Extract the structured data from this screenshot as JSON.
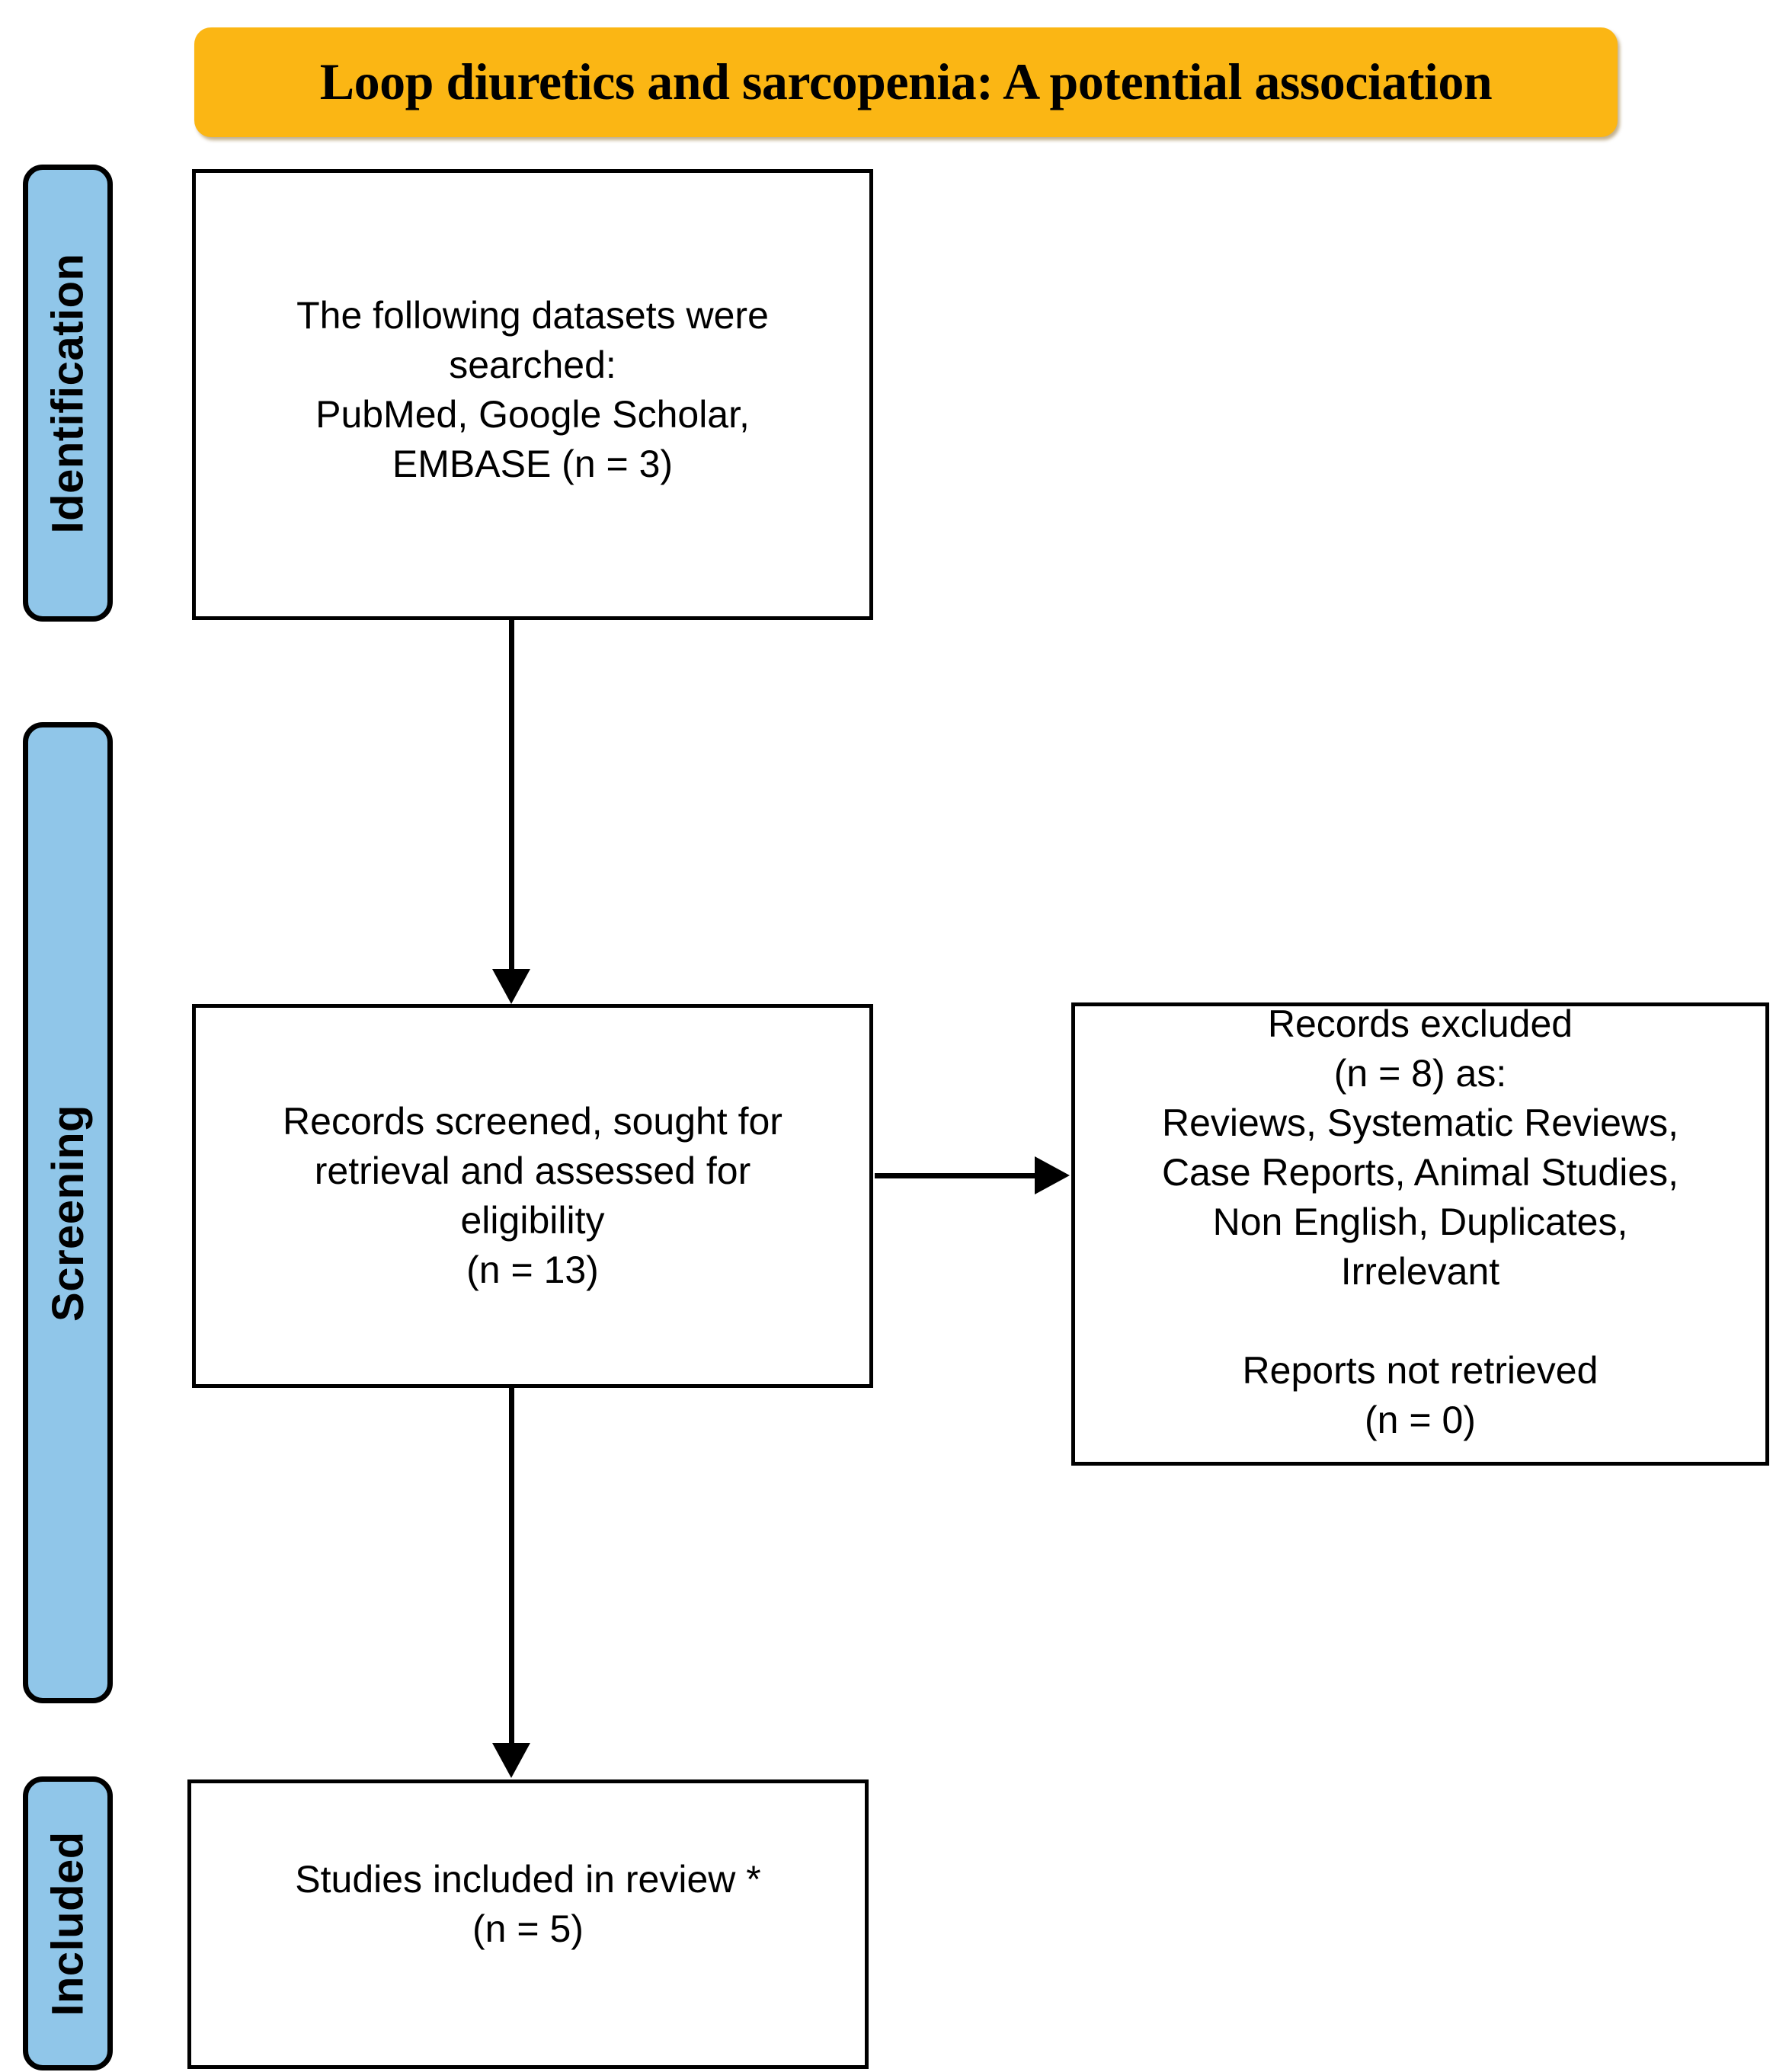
{
  "title": {
    "text": "Loop diuretics and sarcopenia: A potential association",
    "background_color": "#FBB614",
    "text_color": "#000000"
  },
  "colors": {
    "stage_label_fill": "#90C6E9",
    "stage_label_border": "#000000",
    "box_fill": "#FFFFFF",
    "box_border": "#000000",
    "arrow": "#000000",
    "page_background": "#FFFFFF"
  },
  "stages": [
    {
      "id": "identification",
      "label": "Identification"
    },
    {
      "id": "screening",
      "label": "Screening"
    },
    {
      "id": "included",
      "label": "Included"
    }
  ],
  "boxes": {
    "identification": {
      "text": "The following datasets were\nsearched:\nPubMed, Google Scholar,\nEMBASE (n = 3)",
      "n": 3
    },
    "screening": {
      "text": "Records screened, sought for\nretrieval and assessed for\neligibility\n(n = 13)",
      "n": 13
    },
    "excluded": {
      "text": "Records excluded\n(n = 8) as:\nReviews, Systematic Reviews,\nCase Reports, Animal Studies,\nNon English, Duplicates,\nIrrelevant\n\nReports not retrieved\n(n = 0)",
      "n_excluded": 8,
      "n_not_retrieved": 0
    },
    "included": {
      "text": "Studies included in review *\n(n = 5)",
      "n": 5
    }
  },
  "arrows": [
    {
      "id": "identification-to-screening",
      "direction": "down"
    },
    {
      "id": "screening-to-excluded",
      "direction": "right"
    },
    {
      "id": "screening-to-included",
      "direction": "down"
    }
  ]
}
